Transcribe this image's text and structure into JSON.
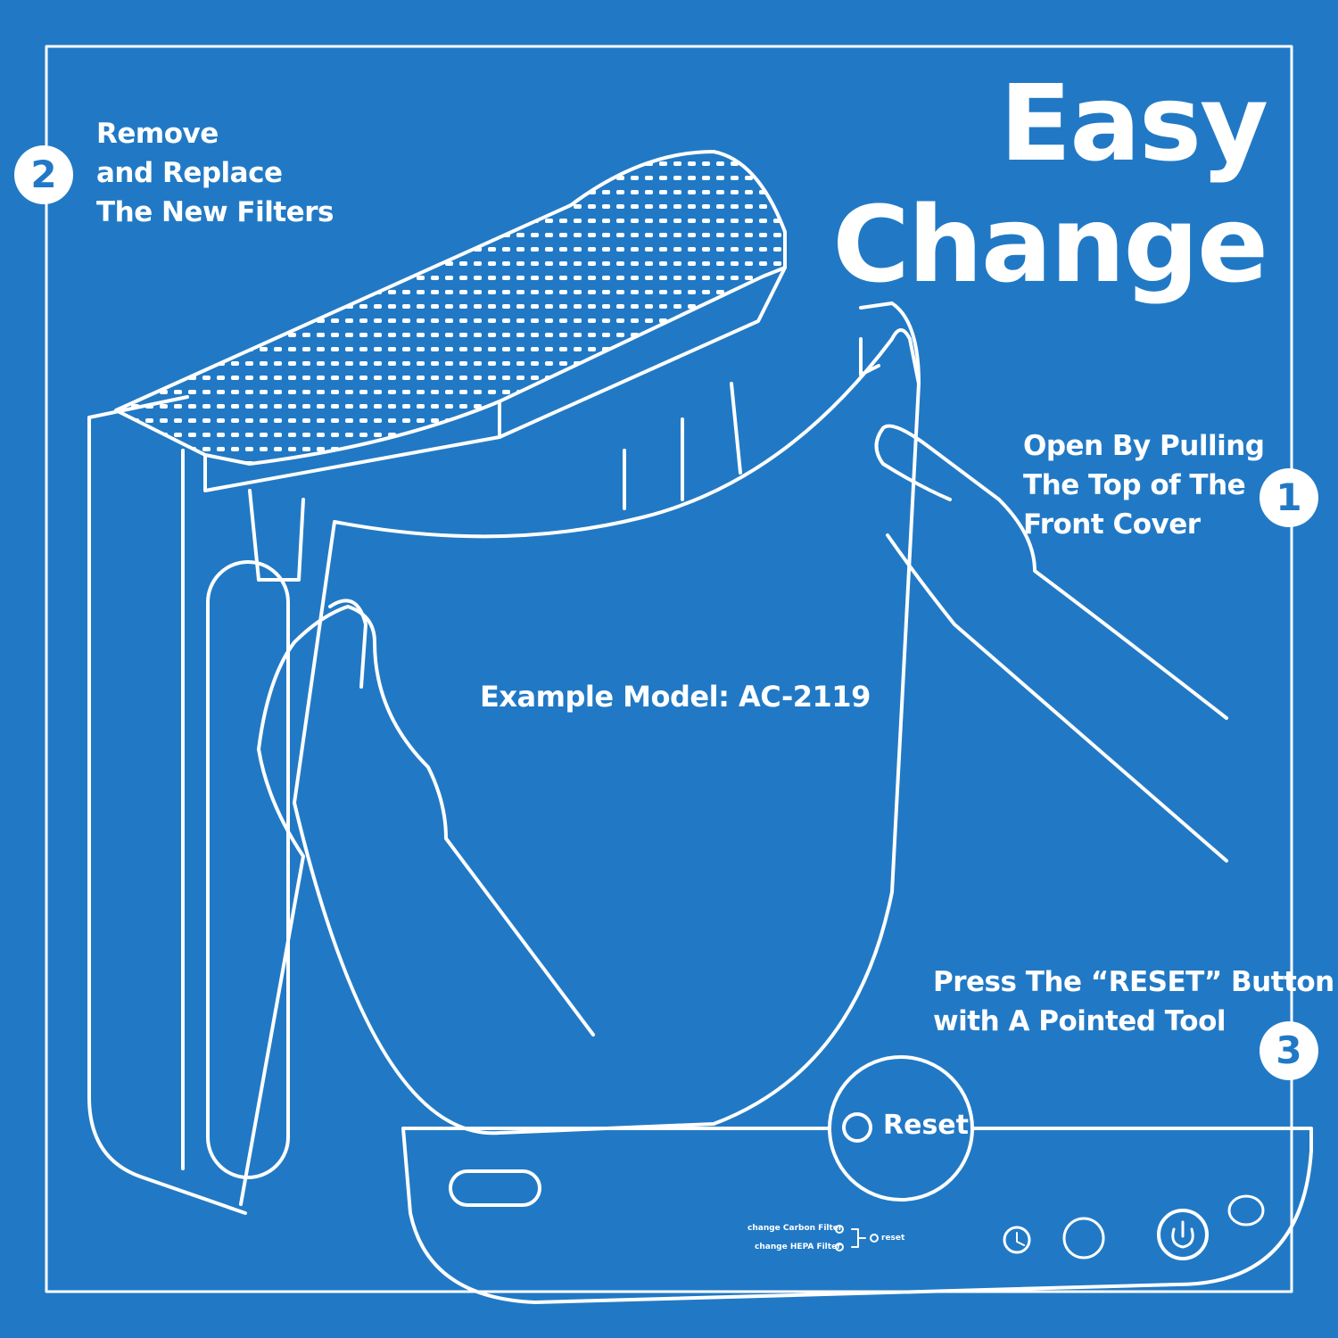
{
  "title": {
    "line1": "Easy",
    "line2": "Change"
  },
  "steps": [
    {
      "number": "1",
      "lines": [
        "Open By Pulling",
        "The Top of The",
        "Front Cover"
      ]
    },
    {
      "number": "2",
      "lines": [
        "Remove",
        "and Replace",
        "The New Filters"
      ]
    },
    {
      "number": "3",
      "lines": [
        "Press The “RESET” Button",
        "with A Pointed Tool"
      ]
    }
  ],
  "model_label": "Example Model: AC-2119",
  "reset_button_label": "Reset",
  "control_panel": {
    "carbon_filter_label": "change Carbon Filter",
    "hepa_filter_label": "change HEPA Filter",
    "reset_label": "reset",
    "icons": [
      "timer-icon",
      "fan-speed-icon",
      "power-icon"
    ]
  },
  "colors": {
    "background": "#2179C5",
    "line": "#FFFFFF"
  }
}
